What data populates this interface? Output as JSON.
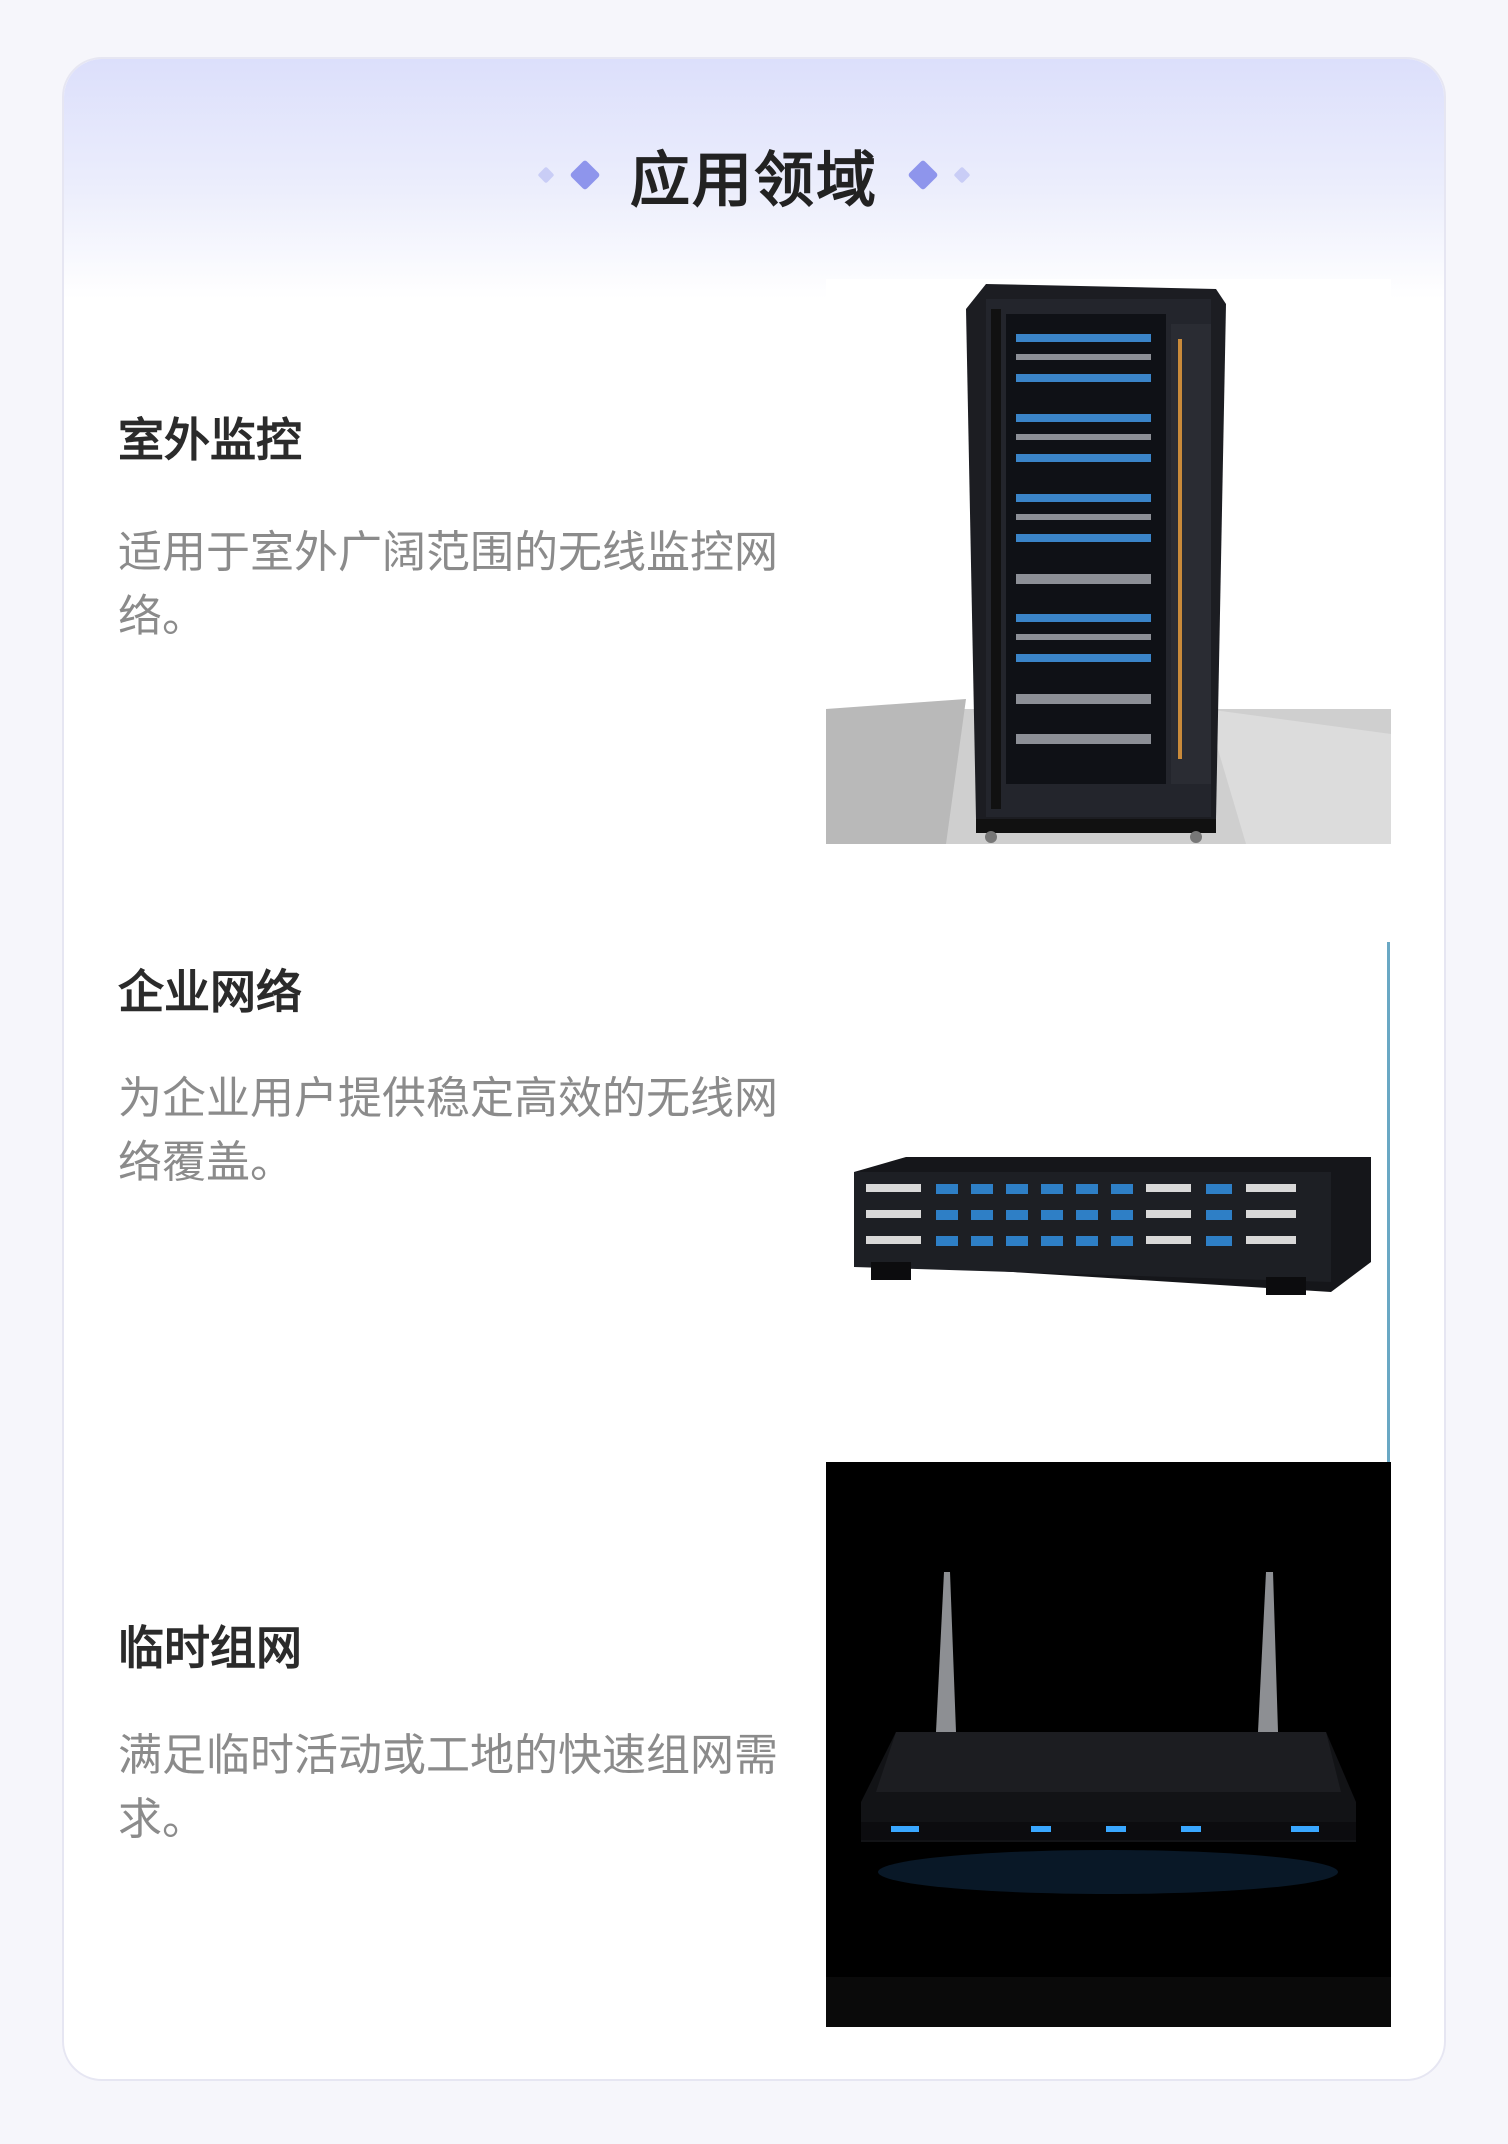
{
  "header": {
    "title": "应用领域",
    "left_icon": "diamond-ornament-icon",
    "right_icon": "diamond-ornament-icon"
  },
  "items": [
    {
      "title": "室外监控",
      "description": "适用于室外广阔范围的无线监控网络。",
      "image": "server-rack-cabinet"
    },
    {
      "title": "企业网络",
      "description": "为企业用户提供稳定高效的无线网络覆盖。",
      "image": "rack-mounted-network-switch"
    },
    {
      "title": "临时组网",
      "description": "满足临时活动或工地的快速组网需求。",
      "image": "wireless-router"
    }
  ],
  "colors": {
    "page_background": "#f6f6fb",
    "header_gradient_top": "#dcdffb",
    "accent_diamond": "#8e95ec",
    "accent_diamond_light": "#c9cdf6",
    "title_text": "#222222",
    "description_text": "#8b8b8b"
  }
}
